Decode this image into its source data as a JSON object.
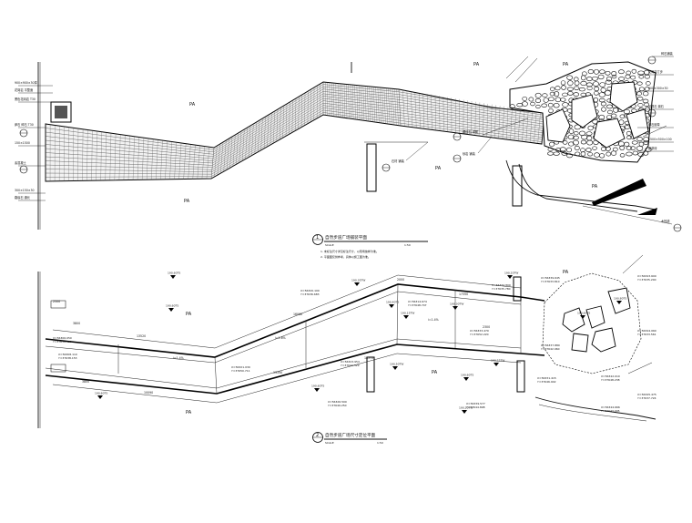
{
  "zone_label": "PA",
  "plan1": {
    "number": "1",
    "title": "自然步道广场铺装平面",
    "scale": "SCALE",
    "scale_ratio": "1:50",
    "notes": [
      "1. 未标注尺寸详见标注尺寸，以现场放样为准。",
      "2. 平面图仅供参考，具体以施工图为准。"
    ],
    "callouts_left": [
      "900×900×30厚",
      "花岗岩 平整面",
      "黑色花岗岩 T30",
      "卵石 碎石 T30",
      "150×1500",
      "素混凝土",
      "300×150×30",
      "路缘石 通长"
    ],
    "callouts_right": [
      "碎石铺装",
      "花岗岩汀步",
      "600×300×30",
      "景观石 置石",
      "卵石嵌草",
      "1500×500×100",
      "嵌草砖"
    ],
    "callouts_mid": [
      "镶边石 详图",
      "砂岩 铺装",
      "石材 铺装",
      "木栈道"
    ]
  },
  "plan2": {
    "number": "2",
    "title": "自然步道广场尺寸定位平面",
    "scale": "SCALE",
    "scale_ratio": "1:50",
    "elevations": [
      "190.60TS",
      "190.60TS",
      "190.60TS",
      "190.60TS",
      "190.50TW",
      "190.35TW",
      "190.40TS",
      "190.15TW",
      "190.30TW",
      "190.20TW",
      "190.60TS",
      "190.60TS",
      "190.80TS",
      "190.25TW",
      "190.20TW"
    ],
    "coords": [
      "X=56320.100",
      "Y=37636.683",
      "X=56314.674",
      "Y=37648.747",
      "X=56334.800",
      "Y=37635.780",
      "X=56339.645",
      "Y=37633.810",
      "X=56343.600",
      "Y=37635.200",
      "X=56321.030",
      "Y=37650.711",
      "X=56333.470",
      "Y=37652.220",
      "X=56337.880",
      "Y=37642.960",
      "X=56344.060",
      "Y=37633.561",
      "X=56323.954",
      "Y=37644.329",
      "X=56331.415",
      "Y=37646.942",
      "X=56342.010",
      "Y=37648.238",
      "X=56326.500",
      "Y=37649.250",
      "X=56339.577",
      "Y=37644.898",
      "X=56344.666",
      "Y=37643.005",
      "X=56345.475",
      "Y=37637.724",
      "X=56306.050",
      "Y=37636.460",
      "X=56308.110",
      "Y=37638.153"
    ],
    "dims": [
      "2500",
      "3800",
      "13520",
      "16060",
      "17350",
      "2000",
      "3800",
      "10090",
      "13350",
      "18575",
      "2300",
      "i=1.4%",
      "i=1.6%",
      "i=1.4%"
    ]
  }
}
